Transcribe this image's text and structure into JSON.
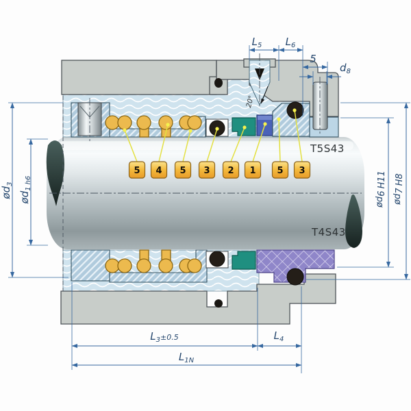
{
  "labels": {
    "seal_type_upper": "T5S43",
    "seal_type_lower": "T4S43",
    "port_angle": "20°"
  },
  "callouts": [
    "5",
    "4",
    "5",
    "3",
    "2",
    "1",
    "5",
    "3"
  ],
  "dims": {
    "L5": {
      "main": "L",
      "sub": "5",
      "suffix": ""
    },
    "L6": {
      "main": "L",
      "sub": "6",
      "suffix": ""
    },
    "pin_offset": {
      "main": "5",
      "sub": "",
      "suffix": ""
    },
    "d8": {
      "main": "d",
      "sub": "8",
      "suffix": ""
    },
    "od3": {
      "main": "ød",
      "sub": "3",
      "suffix": ""
    },
    "od1": {
      "main": "ød",
      "sub": "1",
      "suffix": "h6"
    },
    "od6": {
      "main": "ød",
      "sub": "6",
      "suffix": "H11"
    },
    "od7": {
      "main": "ød",
      "sub": "7",
      "suffix": "H8"
    },
    "L3": {
      "main": "L",
      "sub": "3",
      "suffix": "±0.5"
    },
    "L4": {
      "main": "L",
      "sub": "4",
      "suffix": ""
    },
    "L1N": {
      "main": "L",
      "sub": "1N",
      "suffix": ""
    }
  },
  "colors": {
    "housing_gray": "#c8cdc9",
    "water_blue": "#cfe3ee",
    "elastomer_hatch": "#b0cbdd",
    "spring_yellow": "#ecba4e",
    "oring_black": "#241e18",
    "seal_face_green": "#1f8f80",
    "seal_face_blue": "#4a62b8",
    "seat_purple": "#8f86c9",
    "dimension_blue": "#3668a0",
    "leader_yellow": "#e3e040",
    "shaft_steel": "#c3cbce"
  }
}
